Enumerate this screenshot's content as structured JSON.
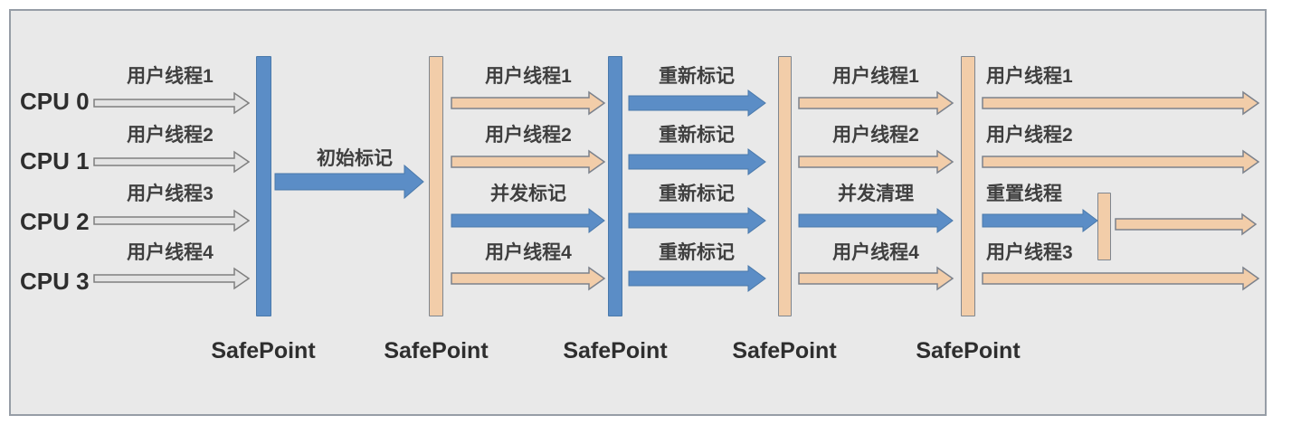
{
  "diagram": {
    "title_semantic": "CMS GC phases diagram",
    "cpus": [
      "CPU 0",
      "CPU 1",
      "CPU 2",
      "CPU 3"
    ],
    "phase1": {
      "rows": [
        "用户线程1",
        "用户线程2",
        "用户线程3",
        "用户线程4"
      ]
    },
    "initial_mark_label": "初始标记",
    "phase2": {
      "rows": [
        "用户线程1",
        "用户线程2",
        "并发标记",
        "用户线程4"
      ]
    },
    "phase3": {
      "rows": [
        "重新标记",
        "重新标记",
        "重新标记",
        "重新标记"
      ]
    },
    "phase4": {
      "rows": [
        "用户线程1",
        "用户线程2",
        "并发清理",
        "用户线程4"
      ]
    },
    "phase5": {
      "rows": [
        "用户线程1",
        "用户线程2",
        "重置线程",
        "用户线程3"
      ]
    },
    "safepoints": [
      "SafePoint",
      "SafePoint",
      "SafePoint",
      "SafePoint",
      "SafePoint"
    ],
    "colors": {
      "background": "#e9e9e9",
      "frame_border": "#969da6",
      "blue_accent": "#5b8dc6",
      "tan_accent": "#f2cda9",
      "gray_arrow": "#e3e3e3",
      "text": "#2e2e2e"
    }
  }
}
